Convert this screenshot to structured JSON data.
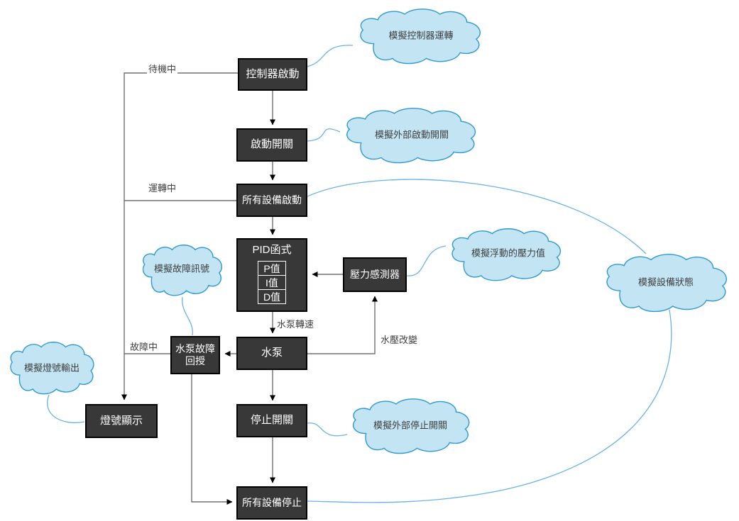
{
  "diagram": {
    "nodes": {
      "controller_start": "控制器啟動",
      "start_switch": "啟動開關",
      "all_devices_start": "所有設備啟動",
      "pid_function": "PID函式",
      "p_value": "P值",
      "i_value": "I值",
      "d_value": "D值",
      "pressure_sensor": "壓力感測器",
      "water_pump": "水泵",
      "pump_fault_feedback": "水泵故障回授",
      "light_display": "燈號顯示",
      "stop_switch": "停止開關",
      "all_devices_stop": "所有設備停止"
    },
    "clouds": {
      "sim_controller_run": "模擬控制器運轉",
      "sim_external_start_switch": "模擬外部啟動開關",
      "sim_floating_pressure": "模擬浮動的壓力值",
      "sim_device_status": "模擬設備狀態",
      "sim_fault_signal": "模擬故障訊號",
      "sim_light_output": "模擬燈號輸出",
      "sim_external_stop_switch": "模擬外部停止開關"
    },
    "edge_labels": {
      "standby": "待機中",
      "running": "運轉中",
      "pump_speed": "水泵轉速",
      "pressure_change": "水壓改變",
      "fault": "故障中"
    },
    "colors": {
      "node_fill": "#383838",
      "node_border": "#000000",
      "node_text": "#ffffff",
      "cloud_fill": "#c2e4f3",
      "cloud_border": "#2f9ace",
      "cloud_link": "#6ab2e8",
      "connector": "#707070",
      "arrowhead": "#000000"
    }
  }
}
